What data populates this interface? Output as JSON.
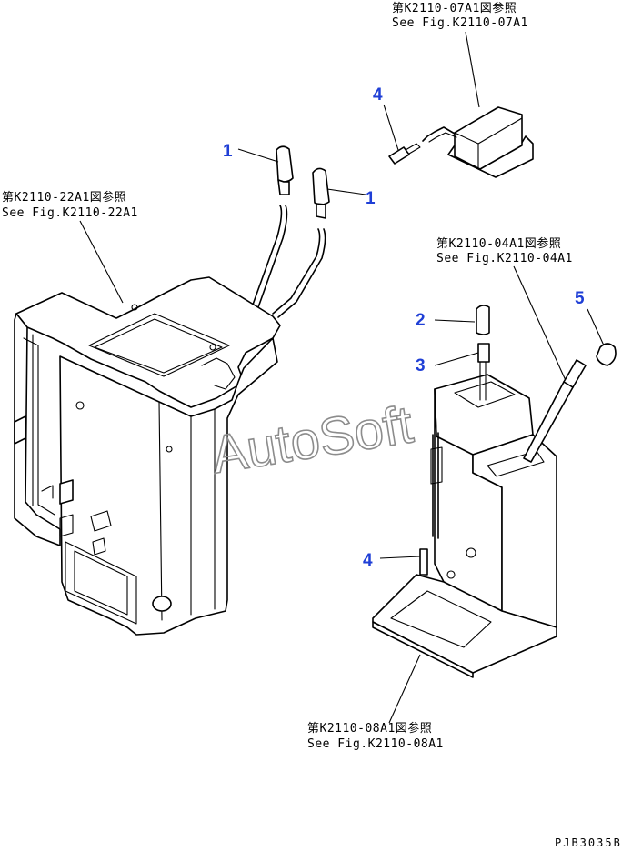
{
  "references": {
    "fig_07": {
      "jp": "第K2110-07A1図参照",
      "en": "See Fig.K2110-07A1"
    },
    "fig_22": {
      "jp": "第K2110-22A1図参照",
      "en": "See Fig.K2110-22A1"
    },
    "fig_04": {
      "jp": "第K2110-04A1図参照",
      "en": "See Fig.K2110-04A1"
    },
    "fig_08": {
      "jp": "第K2110-08A1図参照",
      "en": "See Fig.K2110-08A1"
    }
  },
  "callouts": {
    "lever_knob_left_a": "1",
    "lever_knob_left_b": "1",
    "knob_right": "2",
    "sleeve_right": "3",
    "terminal_top": "4",
    "terminal_bottom": "4",
    "lever_right": "5"
  },
  "watermark": "AutoSoft",
  "drawing_code": "PJB3035B",
  "colors": {
    "callout": "#1f3fd6",
    "watermark": "#8c8c8c",
    "line": "#000000"
  }
}
